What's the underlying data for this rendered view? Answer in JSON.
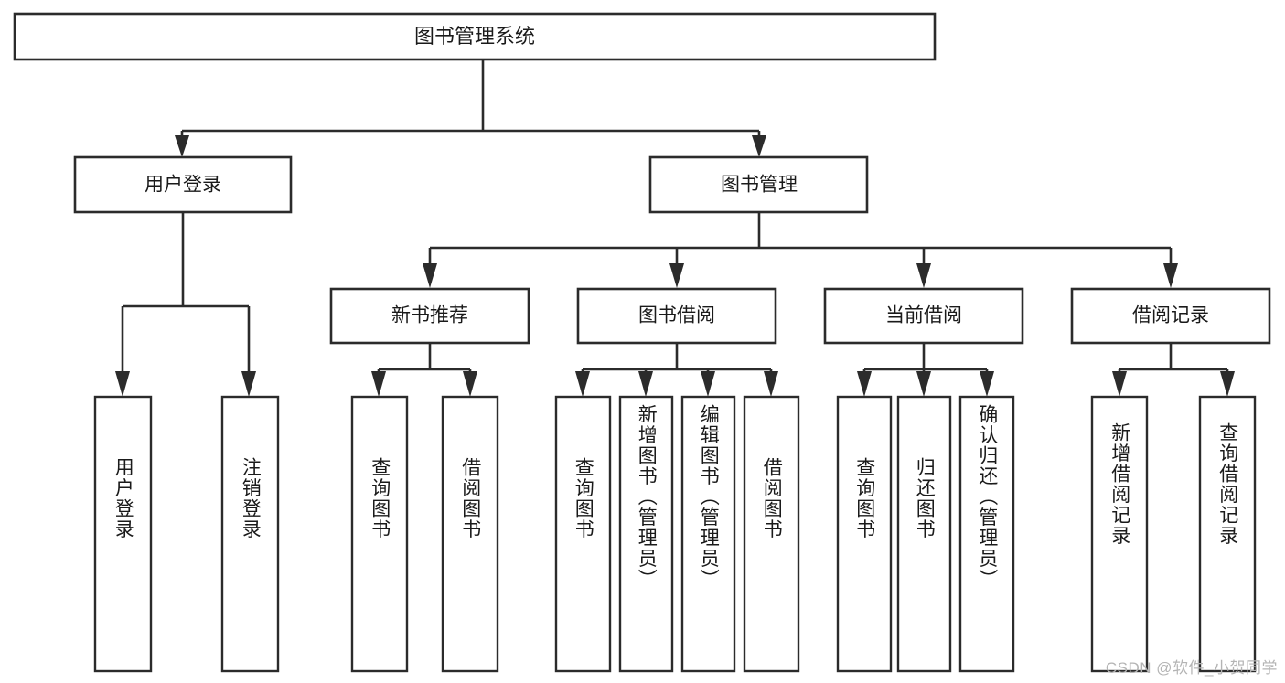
{
  "diagram": {
    "type": "tree-hierarchy",
    "title": "图书管理系统",
    "watermark": "CSDN @软件_小贺同学",
    "colors": {
      "background": "#ffffff",
      "stroke": "#2b2b2b",
      "text": "#1a1a1a",
      "watermark": "#b4b4b4"
    },
    "root": {
      "label": "图书管理系统"
    },
    "level2": [
      {
        "id": "user-login",
        "label": "用户登录"
      },
      {
        "id": "book-manage",
        "label": "图书管理"
      }
    ],
    "level3": [
      {
        "id": "new-book-rec",
        "label": "新书推荐"
      },
      {
        "id": "book-borrow",
        "label": "图书借阅"
      },
      {
        "id": "current-borrow",
        "label": "当前借阅"
      },
      {
        "id": "borrow-record",
        "label": "借阅记录"
      }
    ],
    "leaves": {
      "user_login": [
        {
          "id": "leaf-user-login",
          "label": "用户登录"
        },
        {
          "id": "leaf-logout-login",
          "label": "注销登录"
        }
      ],
      "new_book_rec": [
        {
          "id": "leaf-query-book-1",
          "label": "查询图书"
        },
        {
          "id": "leaf-borrow-book-1",
          "label": "借阅图书"
        }
      ],
      "book_borrow": [
        {
          "id": "leaf-query-book-2",
          "label": "查询图书"
        },
        {
          "id": "leaf-add-book",
          "label": "新增图书（管理员）"
        },
        {
          "id": "leaf-edit-book",
          "label": "编辑图书（管理员）"
        },
        {
          "id": "leaf-borrow-book-2",
          "label": "借阅图书"
        }
      ],
      "current_borrow": [
        {
          "id": "leaf-query-book-3",
          "label": "查询图书"
        },
        {
          "id": "leaf-return-book",
          "label": "归还图书"
        },
        {
          "id": "leaf-confirm-return",
          "label": "确认归还（管理员）"
        }
      ],
      "borrow_record": [
        {
          "id": "leaf-add-record",
          "label": "新增借阅记录"
        },
        {
          "id": "leaf-query-record",
          "label": "查询借阅记录"
        }
      ]
    }
  }
}
